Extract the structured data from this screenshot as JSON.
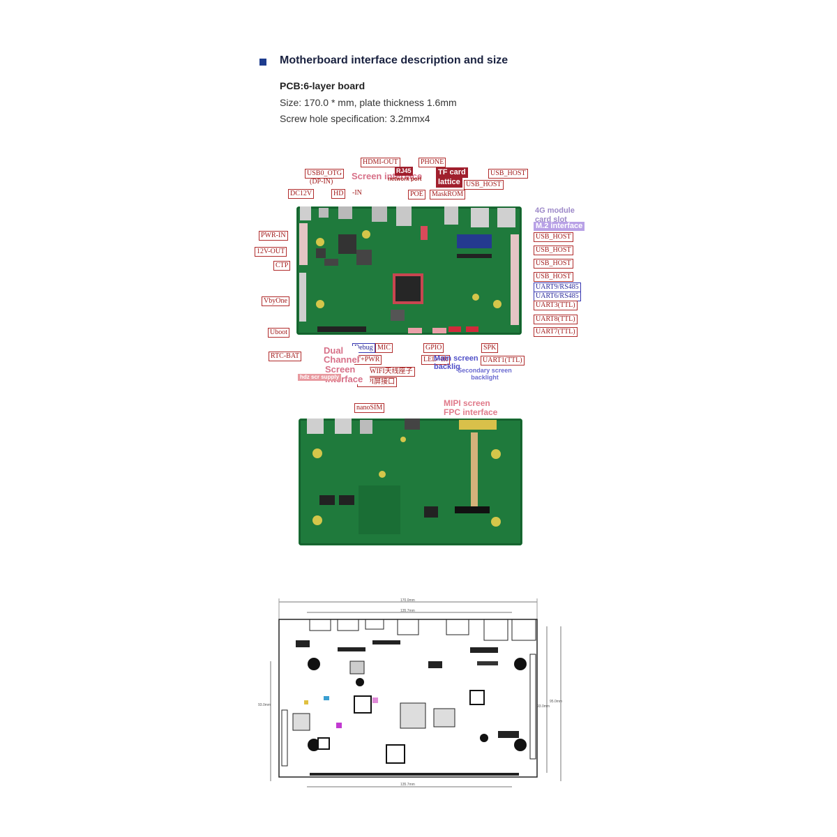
{
  "header": {
    "title": "Motherboard interface description and size",
    "specs": [
      "PCB:6-layer board",
      "Size: 170.0 * mm, plate thickness 1.6mm",
      "Screw hole specification: 3.2mmx4"
    ]
  },
  "top_view": {
    "labels": {
      "usb0_otg": "USB0_OTG",
      "dp_in": "(DP-IN)",
      "hdmi_out": "HDMI-OUT",
      "phone": "PHONE",
      "usb_host_top": "USB_HOST",
      "usb_host_top2": "USB_HOST",
      "dc12v": "DC12V",
      "hd": "HD",
      "in": "-IN",
      "poe": "POE",
      "maskrom": "MaskROM",
      "pwr_in": "PWR-IN",
      "out12v": "12V-OUT",
      "ctp": "CTP",
      "vbyone": "VbyOne",
      "uboot": "Uboot",
      "rtc_bat": "RTC-BAT",
      "debug": "Debug",
      "mic": "MIC",
      "t_pwr": "T+PWR",
      "gpio": "GPIO",
      "led_ir": "LED+IR",
      "spk": "SPK",
      "uart1": "UART1(TTL)",
      "wifi": "WIFI天线座子",
      "mipi_if": "MIPI屏接口",
      "usb_host_r1": "USB_HOST",
      "usb_host_r2": "USB_HOST",
      "usb_host_r3": "USB_HOST",
      "usb_host_r4": "USB_HOST",
      "uart9": "UART9/RS485",
      "uart6": "UART6/RS485",
      "uart3": "UART3(TTL)",
      "uart8": "UART8(TTL)",
      "uart7": "UART7(TTL)"
    },
    "tags": {
      "screen_if": "Screen interface",
      "rj45": "RJ45",
      "network_port": "network port",
      "tf_card": "TF card",
      "lattice": "lattice",
      "module_4g": "4G module",
      "card_slot": "card slot",
      "m2": "M.2 interface",
      "dual_channel": "Dual Channel",
      "screen_if2": "Screen interface",
      "supply": "hdz scr supply",
      "main_backlight": "Main screen backlig",
      "secondary_backlight": "Secondary screen backlight"
    }
  },
  "bottom_view": {
    "labels": {
      "nanosim": "nanoSIM"
    },
    "tags": {
      "mipi_fpc": "MIPI screen FPC interface"
    }
  },
  "dimensions": {
    "overall_width": "170.0mm",
    "inner_width": "135.7mm",
    "bottom_width": "135.7mm",
    "left_height": "93.0mm",
    "right_height": "95.0mm",
    "right_inner": "93.0mm"
  },
  "colors": {
    "pcb_green": "#1f7a3c",
    "label_red": "#a11a1a",
    "label_blue": "#2a2a9a",
    "title_bullet": "#1d3c8e"
  }
}
